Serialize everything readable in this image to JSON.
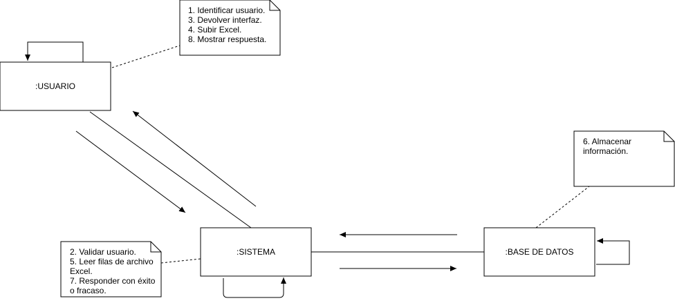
{
  "diagram": {
    "type": "collaboration",
    "objects": {
      "usuario": {
        "label": ":USUARIO"
      },
      "sistema": {
        "label": ":SISTEMA"
      },
      "base_datos": {
        "label": ":BASE DE DATOS"
      }
    },
    "notes": {
      "usuario_note": {
        "lines": [
          "1. Identificar usuario.",
          "3. Devolver interfaz.",
          "4. Subir Excel.",
          "8. Mostrar respuesta."
        ]
      },
      "sistema_note": {
        "lines": [
          "2. Validar usuario.",
          "5. Leer filas de archivo",
          "Excel.",
          "7. Responder con éxito",
          "o fracaso."
        ]
      },
      "bd_note": {
        "lines": [
          "6. Almacenar",
          "información."
        ]
      }
    },
    "colors": {
      "stroke": "#000000",
      "fill": "#ffffff",
      "note_border": "#000000"
    }
  }
}
